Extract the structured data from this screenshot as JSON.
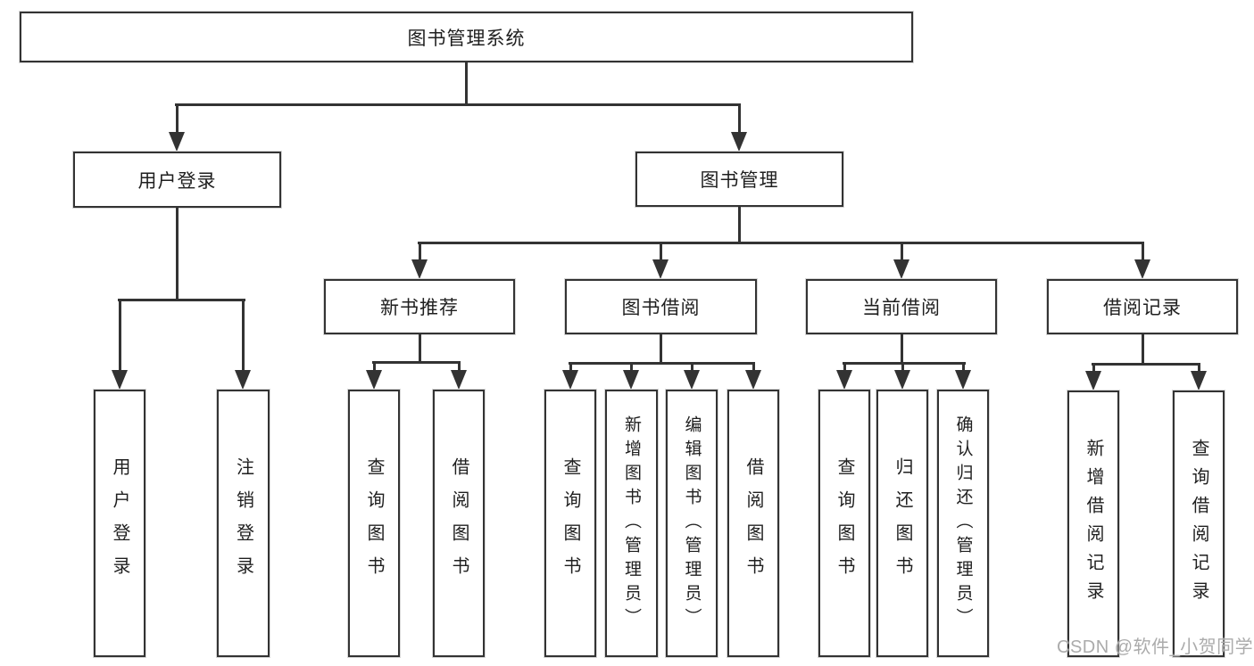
{
  "watermark": "CSDN @软件_小贺同学",
  "colors": {
    "line": "#333333",
    "text": "#1f1f1f",
    "watermark": "#ababab",
    "background": "#ffffff"
  },
  "chart_type": "tree-diagram",
  "tree": {
    "root": {
      "label": "图书管理系统",
      "children": [
        {
          "label": "用户登录",
          "children": [
            {
              "label": "用户登录"
            },
            {
              "label": "注销登录"
            }
          ]
        },
        {
          "label": "图书管理",
          "children": [
            {
              "label": "新书推荐",
              "children": [
                {
                  "label": "查询图书"
                },
                {
                  "label": "借阅图书"
                }
              ]
            },
            {
              "label": "图书借阅",
              "children": [
                {
                  "label": "查询图书"
                },
                {
                  "label": "新增图书（管理员）"
                },
                {
                  "label": "编辑图书（管理员）"
                },
                {
                  "label": "借阅图书"
                }
              ]
            },
            {
              "label": "当前借阅",
              "children": [
                {
                  "label": "查询图书"
                },
                {
                  "label": "归还图书"
                },
                {
                  "label": "确认归还（管理员）"
                }
              ]
            },
            {
              "label": "借阅记录",
              "children": [
                {
                  "label": "新增借阅记录"
                },
                {
                  "label": "查询借阅记录"
                }
              ]
            }
          ]
        }
      ]
    }
  }
}
